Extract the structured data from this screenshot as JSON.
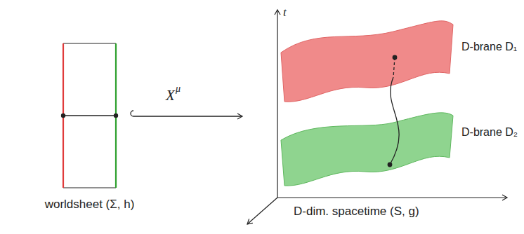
{
  "diagram": {
    "nodes": [
      {
        "text": [
          "worldsheet (Σ, h)"
        ]
      },
      {
        "text": [
          "D-brane D₁"
        ]
      },
      {
        "text": [
          "D-brane D₂"
        ]
      }
    ],
    "edges": [
      {
        "from": 1,
        "to": 2,
        "arrow": "none"
      }
    ],
    "labels": [
      "X",
      "μ",
      "t",
      "D-dim. spacetime (S, g)"
    ]
  }
}
